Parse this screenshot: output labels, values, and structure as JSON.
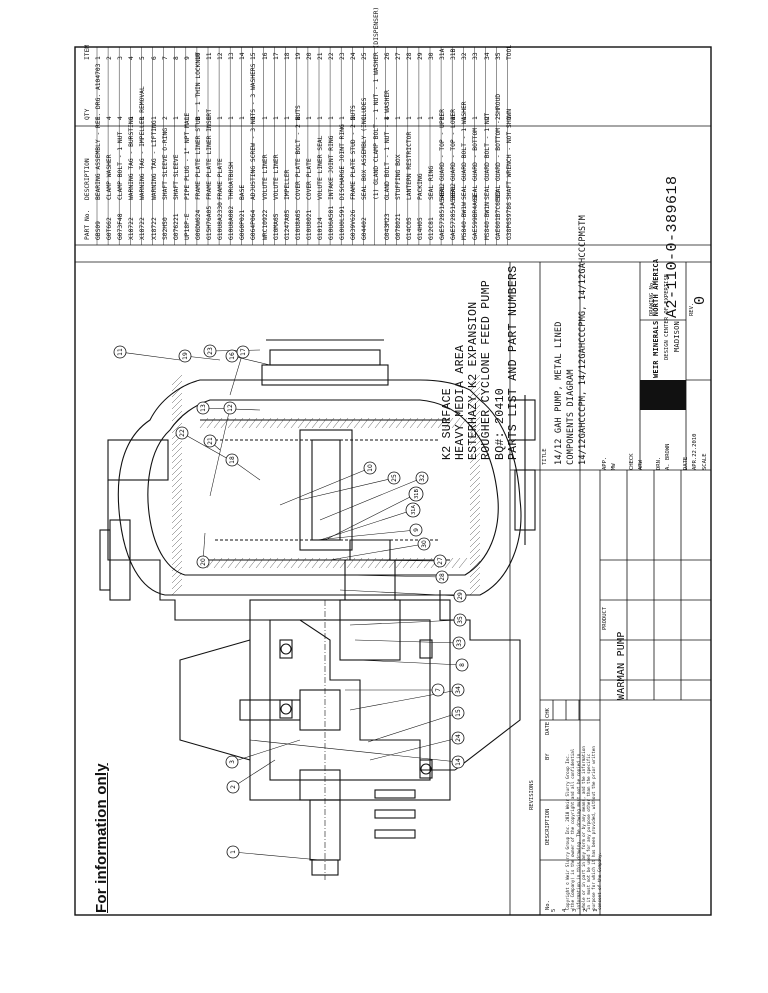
{
  "notice": "For information only",
  "parts_list": {
    "headers": [
      "ITEM",
      "QTY",
      "DESCRIPTION",
      "PART No."
    ],
    "rows": [
      [
        "1",
        "1",
        "BEARING ASSEMBLY - REF. DRG. A104703",
        "GBS09"
      ],
      [
        "2",
        "4",
        "CLAMP WASHER",
        "G0T662"
      ],
      [
        "3",
        "4",
        "CLAMP BOLT - 1 NUT",
        "G073F48"
      ],
      [
        "4",
        "1",
        "WARNING TAG - BURSTING",
        "X18722"
      ],
      [
        "5",
        "1",
        "WARNING TAG - IMPELLER REMOVAL",
        "X18722"
      ],
      [
        "6",
        "1",
        "WARNING TAG - LIFTING",
        "X18722"
      ],
      [
        "7",
        "2",
        "SHAFT SLEEVE O-RING",
        "S02H50"
      ],
      [
        "8",
        "1",
        "SHAFT SLEEVE",
        "G076221"
      ],
      [
        "9",
        "1",
        "PIPE PLUG - 1\" NPT MALE",
        "UP18P-E"
      ],
      [
        "10",
        "8",
        "FRAME PLATE LINER STUD - 1 THIN LOCKNUT",
        "G06DW624"
      ],
      [
        "11",
        "1",
        "FRAME PLATE LINER INSERT",
        "G15H76A05"
      ],
      [
        "12",
        "1",
        "FRAME PLATE",
        "G10U8A2330"
      ],
      [
        "13",
        "1",
        "THROATBUSH",
        "G10U8A082"
      ],
      [
        "14",
        "1",
        "BASE",
        "G060P021"
      ],
      [
        "15",
        "1",
        "ADJUSTING SCREW - 3 NUTS - 3 WASHERS",
        "G064P064"
      ],
      [
        "16",
        "1",
        "VOLUTE LINER",
        "WRC10922"
      ],
      [
        "17",
        "1",
        "VOLUTE LINER",
        "G10MA65"
      ],
      [
        "18",
        "1",
        "IMPELLER",
        "G1247A05"
      ],
      [
        "19",
        "8",
        "COVER PLATE BOLT - 2 NUTS",
        "G10U8A65"
      ],
      [
        "20",
        "1",
        "COVER PLATE",
        "G10U8021"
      ],
      [
        "21",
        "1",
        "VOLUTE LINER SEAL",
        "G10124"
      ],
      [
        "22",
        "1",
        "INTAKE JOINT RING",
        "G10U6A581"
      ],
      [
        "23",
        "1",
        "DISCHARGE JOINT RING",
        "G10U0L591"
      ],
      [
        "24",
        "3",
        "FRAME PLATE STUD - 2 NUTS",
        "G039V626"
      ],
      [
        "25",
        "1",
        "SEAL BOX ASSEMBLY (INCLUDES",
        "G04402"
      ],
      [
        "",
        "",
        "(1) GLAND CLAMP BOLT - 1 NUT - 1 WASHER (DISPENSER)",
        ""
      ],
      [
        "26",
        "4",
        "GLAND BOLT - 1 NUT - 1 WASHER",
        "G043M23"
      ],
      [
        "27",
        "1",
        "STUFFING BOX",
        "G078021"
      ],
      [
        "28",
        "1",
        "LANTERN RESTRICTOR",
        "G14C05"
      ],
      [
        "29",
        "1",
        "PACKING",
        "G14H05"
      ],
      [
        "30",
        "1",
        "SEAL RING",
        "G12C81"
      ],
      [
        "31A",
        "1",
        "SEAL GUARD - TOP - UPPER",
        "GAE572851A54E02"
      ],
      [
        "31B",
        "1",
        "SEAL GUARD - TOP - LOWER",
        "GAE572851A58E02"
      ],
      [
        "32",
        "1",
        "SEAL GUARD BOLT - 1 WASHER",
        "MS840-BW1W"
      ],
      [
        "33",
        "1",
        "SEAL GUARD - BOTTOM",
        "GAE599BR4A01"
      ],
      [
        "34",
        "2",
        "SEAL GUARD BOLT - 1 NUT",
        "MS840-BW1N"
      ],
      [
        "35",
        "2",
        "SEAL GUARD - BOTTOM - SHROUD",
        "GAE601B7C6E02"
      ],
      [
        "TOOL",
        "1",
        "SHAFT WRENCH - NOT SHOWN",
        "G38P659786"
      ]
    ]
  },
  "project": {
    "lines": [
      "K2 SURFACE",
      "HEAVY MEDIA AREA",
      "ESTERHAZY K2 EXPANSION",
      "ROUGHER CYCLONE FEED PUMP",
      "BQ#: 20410",
      "PARTS LIST AND PART NUMBERS"
    ]
  },
  "title_block": {
    "title_label": "TITLE",
    "title_lines": [
      "14/12 GAH PUMP, METAL LINED",
      "COMPONENTS DIAGRAM",
      "14/12GAHCCCPM, 14/12GAHCCCPMG, 14/12GAHCCCPMSTM"
    ],
    "company": "WEIR MINERALS NORTH AMERICA",
    "division": "DESIGN CENTER OF EXPERTISE",
    "location": "MADISON",
    "drawing_no_label": "DRAWING No.",
    "drawing_no": "A2-110-0-389618",
    "rev_label": "REV.",
    "rev": "0",
    "product_label": "PRODUCT",
    "product": "WARMAN PUMP",
    "app_label": "APP.",
    "app_value": "MW",
    "check_label": "CHECK",
    "check_value": "ARW",
    "drn_label": "DRN.",
    "drn_value": "A. BROWN",
    "date_label": "DATE",
    "date_value": "APR.22.2010",
    "scale_label": "SCALE",
    "scale_value": "",
    "revisions_label": "REVISIONS",
    "rev_cols": [
      "No.",
      "DESCRIPTION",
      "BY",
      "DATE",
      "CHK"
    ],
    "rev_numbers": [
      "1",
      "2",
      "3",
      "4",
      "5"
    ],
    "copyright": "Copyright © Weir Slurry Group Inc. 2010 Weir Slurry Group Inc. (the Company) is the owner of the copyright and all confidential information in this drawing. The drawing must not be copied in whole or in part in any form or by any means, and the information in it must not be used for any purpose other than the specific purpose for which it has been provided, without the prior written consent of the Company."
  },
  "balloons": [
    "1",
    "2",
    "3",
    "14",
    "24",
    "15",
    "34",
    "7",
    "8",
    "33",
    "35",
    "29",
    "28",
    "27",
    "30",
    "9",
    "31A",
    "31B",
    "32",
    "25",
    "10",
    "18",
    "21",
    "12",
    "22",
    "20",
    "11",
    "19",
    "13",
    "23",
    "16",
    "17"
  ]
}
